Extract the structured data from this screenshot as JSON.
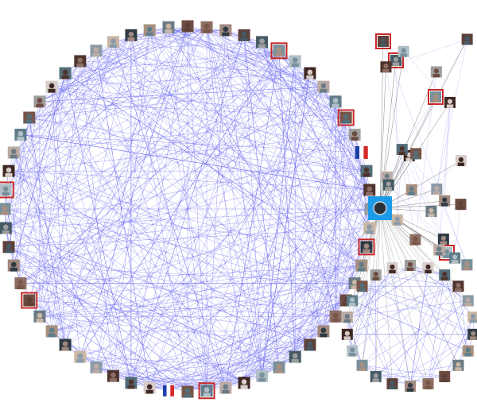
{
  "graph": {
    "edge_color": "#5b5bf0",
    "hub_edge_color": "#555555",
    "highlight_color": "#c62828",
    "hub_color": "#1e9be8",
    "icons": [
      "user-avatar-icon",
      "hub-node-icon",
      "french-flag-icon"
    ],
    "clusters": [
      {
        "name": "large-cluster",
        "node_count": 60,
        "highlighted_nodes": [
          5,
          10,
          17,
          29,
          40,
          46
        ]
      },
      {
        "name": "upper-right-cluster",
        "node_count": 26,
        "highlighted_nodes": [
          0,
          1,
          2,
          3
        ]
      },
      {
        "name": "lower-right-cluster",
        "node_count": 22,
        "highlighted_nodes": []
      }
    ]
  }
}
